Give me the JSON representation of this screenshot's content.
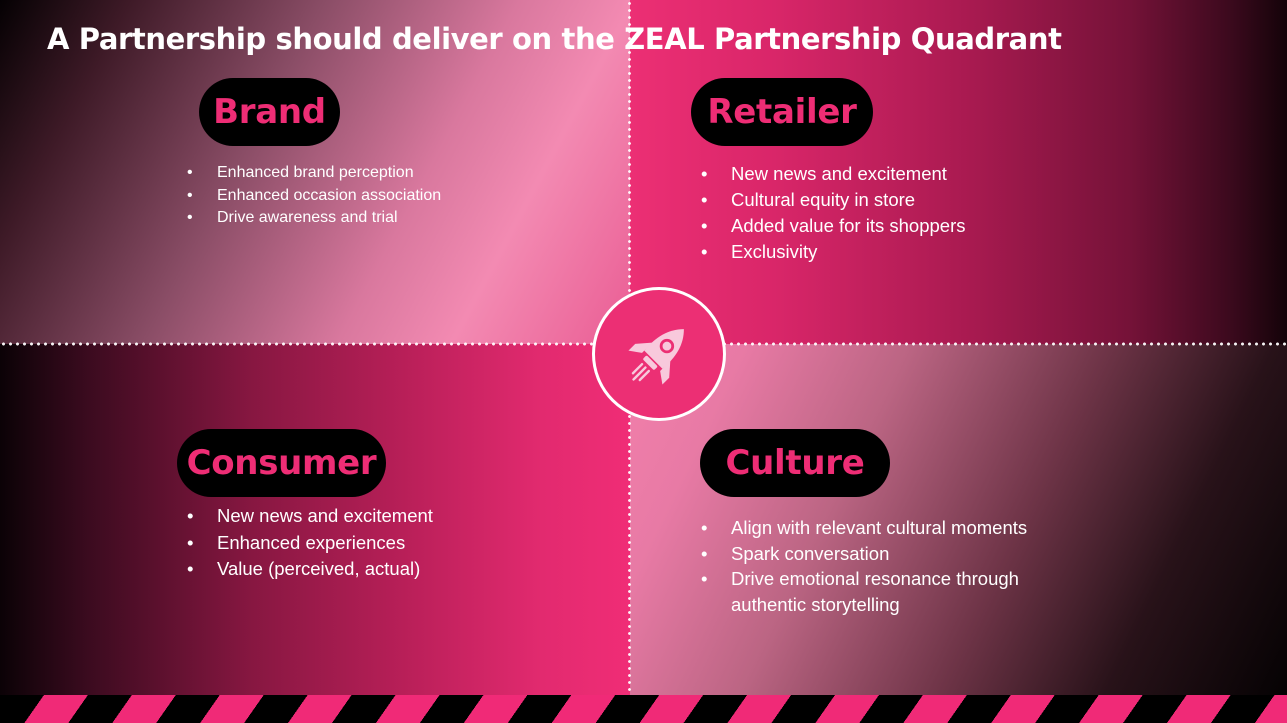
{
  "slide": {
    "title": "A Partnership should deliver on the ZEAL Partnership Quadrant"
  },
  "quadrants": {
    "brand": {
      "heading": "Brand",
      "bullets": [
        "Enhanced brand perception",
        "Enhanced occasion association",
        "Drive awareness and trial"
      ]
    },
    "retailer": {
      "heading": "Retailer",
      "bullets": [
        "New news and excitement",
        "Cultural equity in store",
        "Added value for its shoppers",
        "Exclusivity"
      ]
    },
    "consumer": {
      "heading": "Consumer",
      "bullets": [
        "New news and excitement",
        "Enhanced experiences",
        "Value (perceived, actual)"
      ]
    },
    "culture": {
      "heading": "Culture",
      "bullets": [
        "Align with relevant cultural moments",
        "Spark conversation",
        "Drive emotional resonance through authentic storytelling"
      ]
    }
  },
  "center_icon": "rocket-icon",
  "colors": {
    "accent_pink": "#ee2d75",
    "pill_background": "#000000",
    "text": "#ffffff",
    "rocket_fill": "#f8c9dc"
  }
}
